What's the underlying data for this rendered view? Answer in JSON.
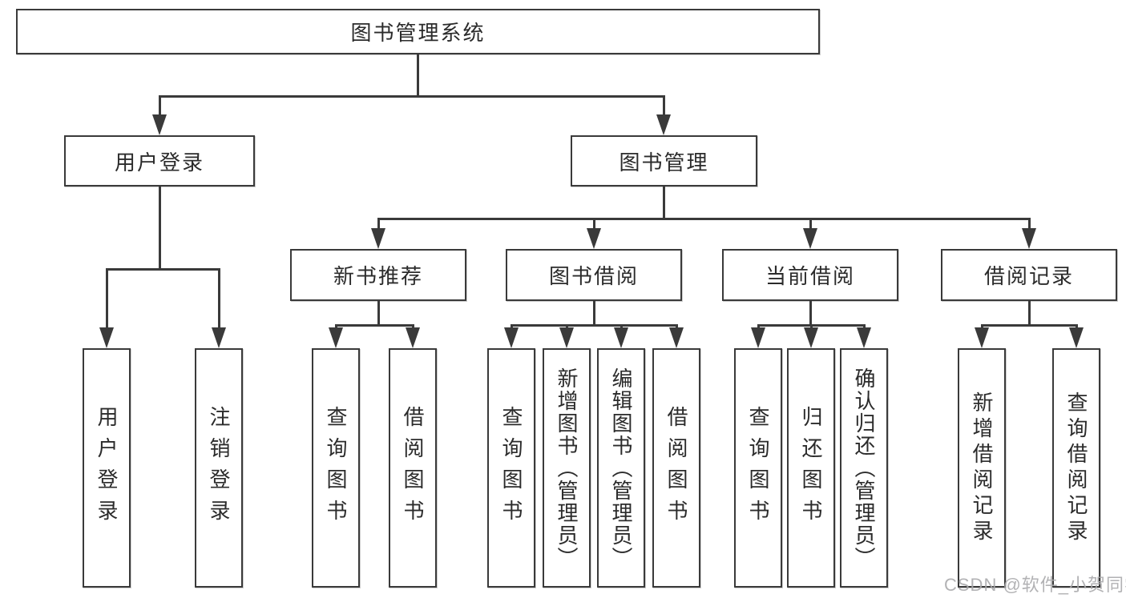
{
  "diagram": {
    "root": {
      "label": "图书管理系统"
    },
    "level2": [
      {
        "label": "用户登录"
      },
      {
        "label": "图书管理"
      }
    ],
    "level3": [
      {
        "label": "新书推荐"
      },
      {
        "label": "图书借阅"
      },
      {
        "label": "当前借阅"
      },
      {
        "label": "借阅记录"
      }
    ],
    "leaves": {
      "user": [
        "用户登录",
        "注销登录"
      ],
      "recommend": [
        "查询图书",
        "借阅图书"
      ],
      "borrow": [
        "查询图书",
        "新增图书（管理员）",
        "编辑图书（管理员）",
        "借阅图书"
      ],
      "current": [
        "查询图书",
        "归还图书",
        "确认归还（管理员）"
      ],
      "records": [
        "新增借阅记录",
        "查询借阅记录"
      ]
    },
    "colors": {
      "line": "#3a3a3a",
      "text": "#2b2b2b",
      "background": "#ffffff",
      "watermark": "#aaaaac"
    },
    "watermark": "CSDN @软件_小贺同学"
  }
}
